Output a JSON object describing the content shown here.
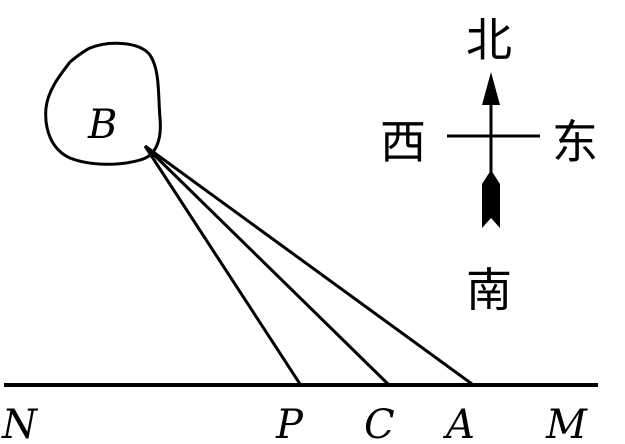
{
  "figure": {
    "island_label": "B",
    "shore_points": {
      "N": "N",
      "P": "P",
      "C": "C",
      "A": "A",
      "M": "M"
    },
    "compass": {
      "north": "北",
      "south": "南",
      "east": "东",
      "west": "西"
    }
  }
}
